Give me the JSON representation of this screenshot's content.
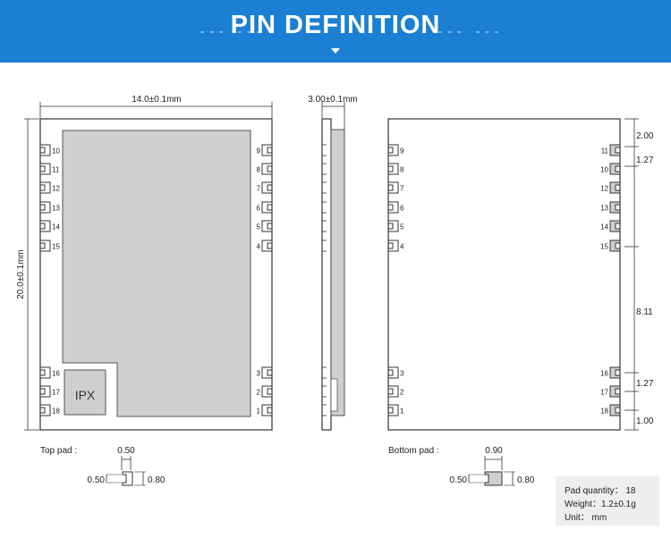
{
  "header": {
    "title": "PIN DEFINITION",
    "dashes": "--- ---"
  },
  "top_view": {
    "width_dim": "14.0±0.1mm",
    "height_dim": "20.0±0.1mm",
    "ipx_label": "IPX",
    "left_pins": [
      "10",
      "11",
      "12",
      "13",
      "14",
      "15",
      "16",
      "17",
      "18"
    ],
    "right_pins": [
      "9",
      "8",
      "7",
      "6",
      "5",
      "4",
      "3",
      "2",
      "1"
    ]
  },
  "side_view": {
    "thickness_dim": "3.00±0.1mm"
  },
  "bottom_view": {
    "left_pins": [
      "9",
      "8",
      "7",
      "6",
      "5",
      "4",
      "3",
      "2",
      "1"
    ],
    "right_pins": [
      "11",
      "10",
      "12",
      "13",
      "14",
      "15",
      "16",
      "17",
      "18"
    ],
    "dims": [
      "2.00",
      "1.27",
      "8.11",
      "1.27",
      "1.00"
    ]
  },
  "top_pad": {
    "label": "Top pad :",
    "width": "0.50",
    "height": "0.80",
    "left": "0.50"
  },
  "bottom_pad": {
    "label": "Bottom pad :",
    "width": "0.90",
    "height": "0.80",
    "left": "0.50"
  },
  "info": {
    "pad_quantity": "Pad quantity： 18",
    "weight": "Weight：1.2±0.1g",
    "unit": "Unit： mm"
  }
}
